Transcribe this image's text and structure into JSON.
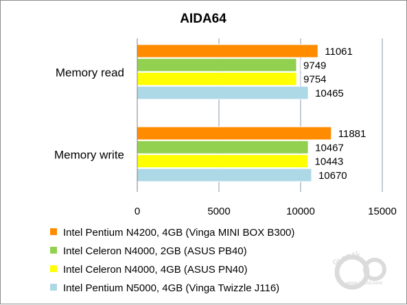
{
  "chart_data": {
    "type": "bar",
    "orientation": "horizontal",
    "title": "AIDA64",
    "categories": [
      "Memory read",
      "Memory write"
    ],
    "series": [
      {
        "name": "Intel Pentium N4200, 4GB (Vinga MINI BOX B300)",
        "color": "#ff8c00",
        "values": [
          11061,
          11881
        ]
      },
      {
        "name": "Intel Celeron N4000, 2GB (ASUS PB40)",
        "color": "#92d050",
        "values": [
          9749,
          10467
        ]
      },
      {
        "name": "Intel Celeron N4000, 4GB (ASUS PN40)",
        "color": "#ffff00",
        "values": [
          9754,
          10443
        ]
      },
      {
        "name": "Intel Pentium N5000, 4GB (Vinga Twizzle J116)",
        "color": "#add8e6",
        "values": [
          10465,
          10670
        ]
      }
    ],
    "xlim": [
      0,
      15000
    ],
    "xticks": [
      0,
      5000,
      10000,
      15000
    ],
    "grid": true,
    "legend_position": "bottom"
  },
  "watermark": {
    "line1": "GLOBAL",
    "line2": "www.gecid.com",
    "logo": "easy-logo"
  }
}
